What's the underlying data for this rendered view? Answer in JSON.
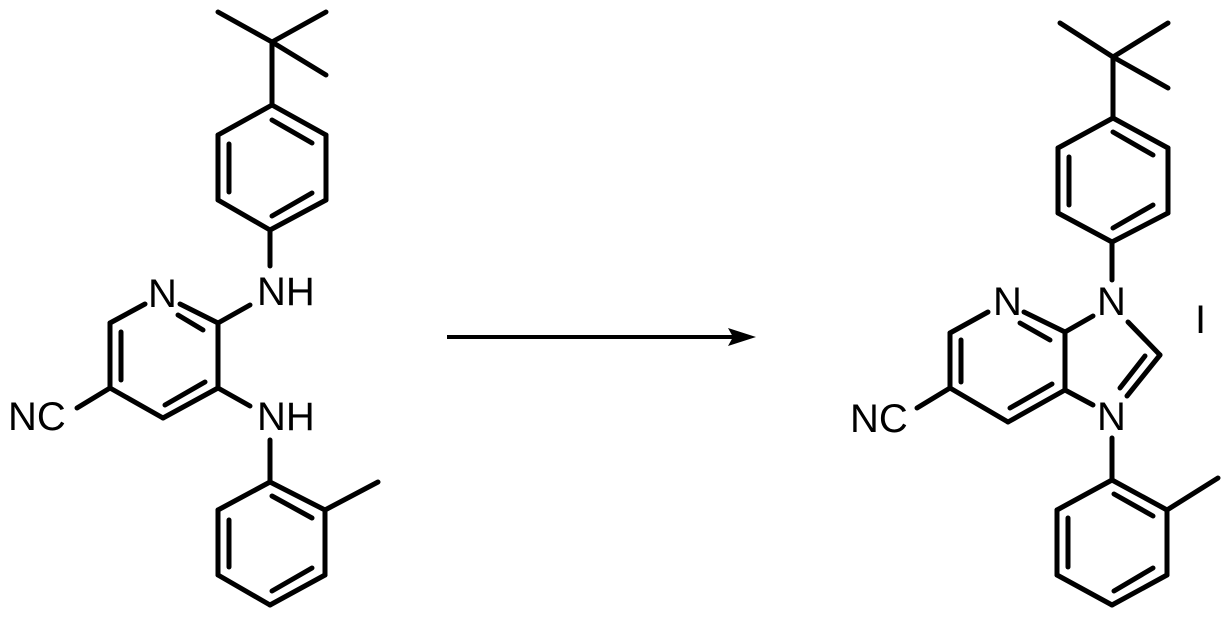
{
  "diagram": {
    "type": "chemical-reaction-scheme",
    "colors": {
      "stroke": "#000000",
      "background": "#ffffff"
    },
    "reactant": {
      "name": "6-(4-tert-butylanilino)-5-(2-methylanilino)pyridine-3-carbonitrile",
      "labels": {
        "ring_n": "N",
        "nh_top": "NH",
        "nh_bottom": "NH",
        "nitrile": "NC"
      }
    },
    "arrow": {
      "direction": "right",
      "label": ""
    },
    "product": {
      "name": "3-(4-tert-butylphenyl)-1-(2-methylphenyl)-6-cyano-imidazo[4,5-b]pyridinium iodide",
      "labels": {
        "ring_n": "N",
        "n3": "N",
        "n1": "N",
        "nitrile": "NC",
        "counterion": "I"
      }
    }
  }
}
